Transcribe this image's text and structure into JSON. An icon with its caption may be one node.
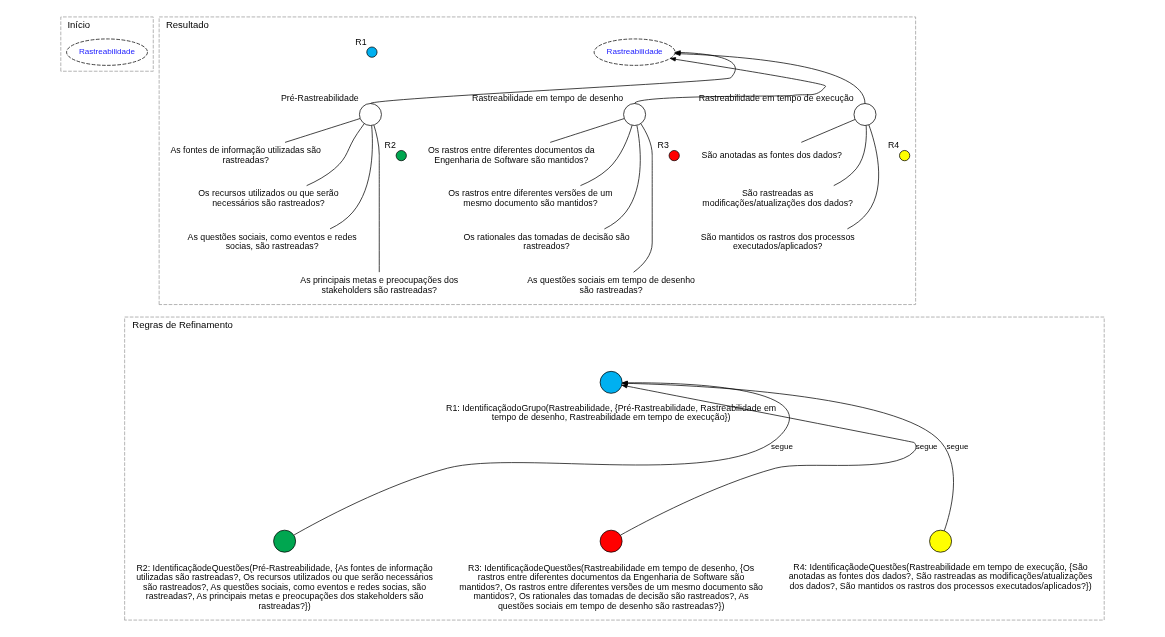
{
  "diagram": {
    "nodes": [
      {
        "text": [
          "Início"
        ]
      },
      {
        "text": [
          "Rastreabilidade"
        ],
        "in": 0
      },
      {
        "text": [
          "Resultado"
        ]
      },
      {
        "text": [
          "Rastreabilidade"
        ],
        "in": 2
      },
      {
        "text": [],
        "shape": "circle",
        "beside": [
          "R1"
        ],
        "in": 2
      },
      {
        "text": [
          "Pré-Rastreabilidade"
        ],
        "in": 2
      },
      {
        "text": [
          "Rastreabilidade em tempo de desenho"
        ],
        "in": 2
      },
      {
        "text": [
          "Rastreabilidade em tempo de execução"
        ],
        "in": 2
      },
      {
        "text": [
          "As fontes de informação utilizadas são rastreadas?"
        ],
        "in": 2
      },
      {
        "text": [
          "Os recursos utilizados ou que serão necessários são rastreados?"
        ],
        "in": 2
      },
      {
        "text": [
          "As questões sociais, como eventos e redes socias, são rastreadas?"
        ],
        "in": 2
      },
      {
        "text": [
          "As principais metas e preocupações dos stakeholders são rastreadas?"
        ],
        "in": 2
      },
      {
        "text": [],
        "shape": "circle",
        "beside": [
          "R2"
        ],
        "in": 2
      },
      {
        "text": [
          "Os rastros entre diferentes documentos da Engenharia de Software são mantidos?"
        ],
        "in": 2
      },
      {
        "text": [
          "Os rastros entre diferentes versões de um mesmo documento são mantidos?"
        ],
        "in": 2
      },
      {
        "text": [
          "Os rationales das tomadas de decisão são rastreados?"
        ],
        "in": 2
      },
      {
        "text": [
          "As questões sociais em tempo de desenho são rastreadas?"
        ],
        "in": 2
      },
      {
        "text": [],
        "shape": "circle",
        "beside": [
          "R3"
        ],
        "in": 2
      },
      {
        "text": [
          "São anotadas as fontes dos dados?"
        ],
        "in": 2
      },
      {
        "text": [
          "São rastreadas as modificações/atualizações dos dados?"
        ],
        "in": 2
      },
      {
        "text": [
          "São mantidos os rastros dos processos executados/aplicados?"
        ],
        "in": 2
      },
      {
        "text": [],
        "shape": "circle",
        "beside": [
          "R4"
        ],
        "in": 2
      },
      {
        "text": [
          "Regras de Refinamento"
        ]
      },
      {
        "text": [],
        "shape": "circle",
        "beside": [
          "R1: IdentificaçãodoGrupo(Rastreabilidade, {Pré-Rastreabilidade, Rastreabilidade em tempo de desenho, Rastreabilidade em tempo de execução})"
        ],
        "in": 22
      },
      {
        "text": [],
        "shape": "circle",
        "beside": [
          "R2: IdentificaçãodeQuestões(Pré-Rastreabilidade, {As fontes de informação utilizadas são rastreadas?, Os recursos utilizados ou que serão necessários são rastreados?, As questões sociais, como eventos e redes socias, são rastreadas?, As principais metas e preocupações dos stakeholders são rastreadas?})"
        ],
        "in": 22
      },
      {
        "text": [],
        "shape": "circle",
        "beside": [
          "R3: IdentificaçãodeQuestões(Rastreabilidade em tempo de desenho, {Os rastros entre diferentes documentos da Engenharia de Software são mantidos?, Os rastros entre diferentes versões de um mesmo documento são mantidos?, Os rationales das tomadas de decisão são rastreados?, As questões sociais em tempo de desenho são rastreadas?})"
        ],
        "in": 22
      },
      {
        "text": [],
        "shape": "circle",
        "beside": [
          "R4: IdentificaçãodeQuestões(Rastreabilidade em tempo de execução, {São anotadas as fontes dos dados?, São rastreadas as modificações/atualizações dos dados?, São mantidos os rastros dos processos executados/aplicados?})"
        ],
        "in": 22
      }
    ],
    "edges": [
      {
        "from": 5,
        "to": 3,
        "arrow": "to"
      },
      {
        "from": 6,
        "to": 3,
        "arrow": "to"
      },
      {
        "from": 7,
        "to": 3,
        "arrow": "to"
      },
      {
        "from": 5,
        "to": 8,
        "arrow": "none"
      },
      {
        "from": 5,
        "to": 9,
        "arrow": "none"
      },
      {
        "from": 5,
        "to": 10,
        "arrow": "none"
      },
      {
        "from": 5,
        "to": 11,
        "arrow": "none"
      },
      {
        "from": 6,
        "to": 13,
        "arrow": "none"
      },
      {
        "from": 6,
        "to": 14,
        "arrow": "none"
      },
      {
        "from": 6,
        "to": 15,
        "arrow": "none"
      },
      {
        "from": 6,
        "to": 16,
        "arrow": "none"
      },
      {
        "from": 7,
        "to": 18,
        "arrow": "none"
      },
      {
        "from": 7,
        "to": 19,
        "arrow": "none"
      },
      {
        "from": 7,
        "to": 20,
        "arrow": "none"
      },
      {
        "from": 24,
        "to": 23,
        "arrow": "to",
        "label": "segue"
      },
      {
        "from": 25,
        "to": 23,
        "arrow": "to",
        "label": "segue"
      },
      {
        "from": 26,
        "to": 23,
        "arrow": "to",
        "label": "segue"
      }
    ]
  }
}
